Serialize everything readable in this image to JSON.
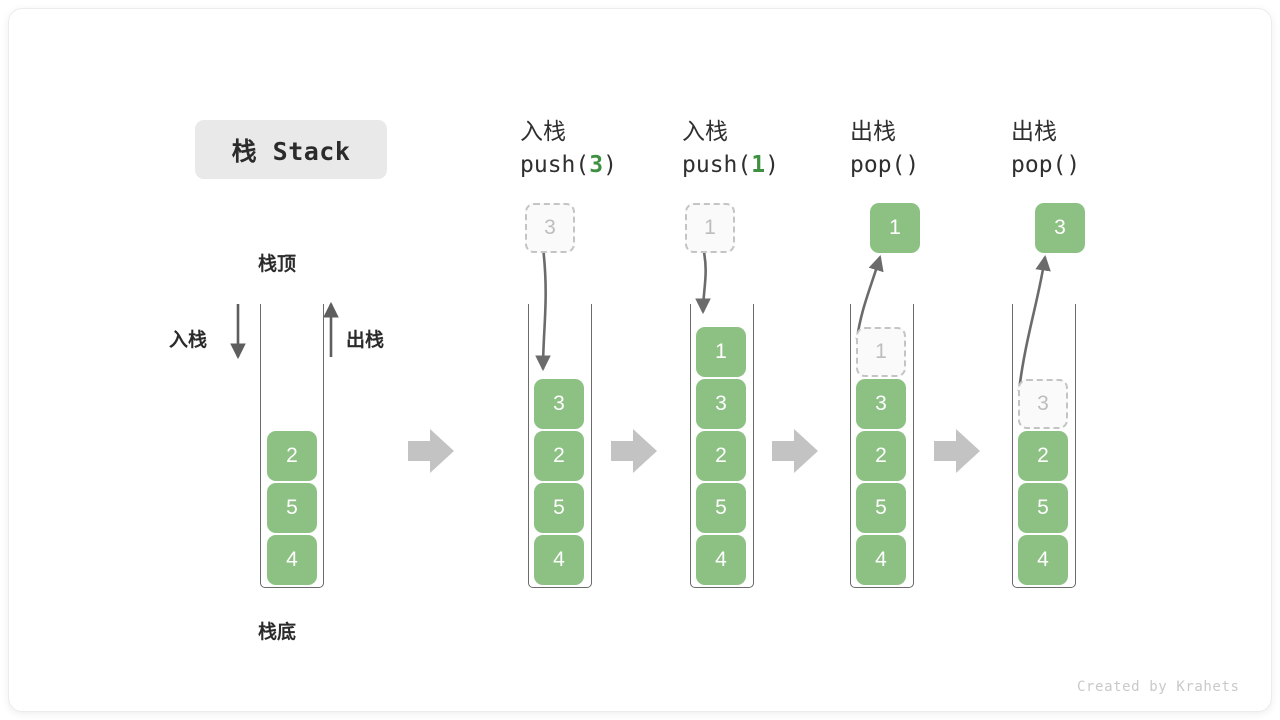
{
  "diagram": {
    "title_badge": "栈 Stack",
    "footnote": "Created by Krahets",
    "colors": {
      "element_fill": "#8cc183",
      "element_text": "#ffffff",
      "ghost_fill": "#fafafa",
      "ghost_border": "#c4c4c4",
      "ghost_text": "#bdbdbd",
      "container_stroke": "#6b6b6b",
      "accent_green": "#3f9142",
      "transition_arrow": "#c3c3c3",
      "badge_bg": "#e9e9e9"
    },
    "labels": {
      "top": "栈顶",
      "bottom": "栈底",
      "push_side": "入栈",
      "pop_side": "出栈"
    },
    "steps": [
      {
        "id": "initial",
        "header_line1": "",
        "header_line2": "",
        "header_arg": "",
        "stack": [
          "2",
          "5",
          "4"
        ],
        "ghost_in_stack": null,
        "floating_cell": null,
        "floating_cell_style": null,
        "arrow": null
      },
      {
        "id": "push-3",
        "header_line1": "入栈",
        "header_line2_prefix": "push(",
        "header_arg": "3",
        "header_line2_suffix": ")",
        "stack": [
          "3",
          "2",
          "5",
          "4"
        ],
        "ghost_in_stack": null,
        "floating_cell": "3",
        "floating_cell_style": "ghost",
        "arrow": "down-into-stack"
      },
      {
        "id": "push-1",
        "header_line1": "入栈",
        "header_line2_prefix": "push(",
        "header_arg": "1",
        "header_line2_suffix": ")",
        "stack": [
          "1",
          "3",
          "2",
          "5",
          "4"
        ],
        "ghost_in_stack": null,
        "floating_cell": "1",
        "floating_cell_style": "ghost",
        "arrow": "down-into-stack"
      },
      {
        "id": "pop-1",
        "header_line1": "出栈",
        "header_line2_prefix": "pop(",
        "header_arg": "",
        "header_line2_suffix": ")",
        "stack": [
          "3",
          "2",
          "5",
          "4"
        ],
        "ghost_in_stack": "1",
        "floating_cell": "1",
        "floating_cell_style": "filled",
        "arrow": "up-out-of-stack"
      },
      {
        "id": "pop-3",
        "header_line1": "出栈",
        "header_line2_prefix": "pop(",
        "header_arg": "",
        "header_line2_suffix": ")",
        "stack": [
          "2",
          "5",
          "4"
        ],
        "ghost_in_stack": "3",
        "floating_cell": "3",
        "floating_cell_style": "filled",
        "arrow": "up-out-of-stack"
      }
    ]
  }
}
